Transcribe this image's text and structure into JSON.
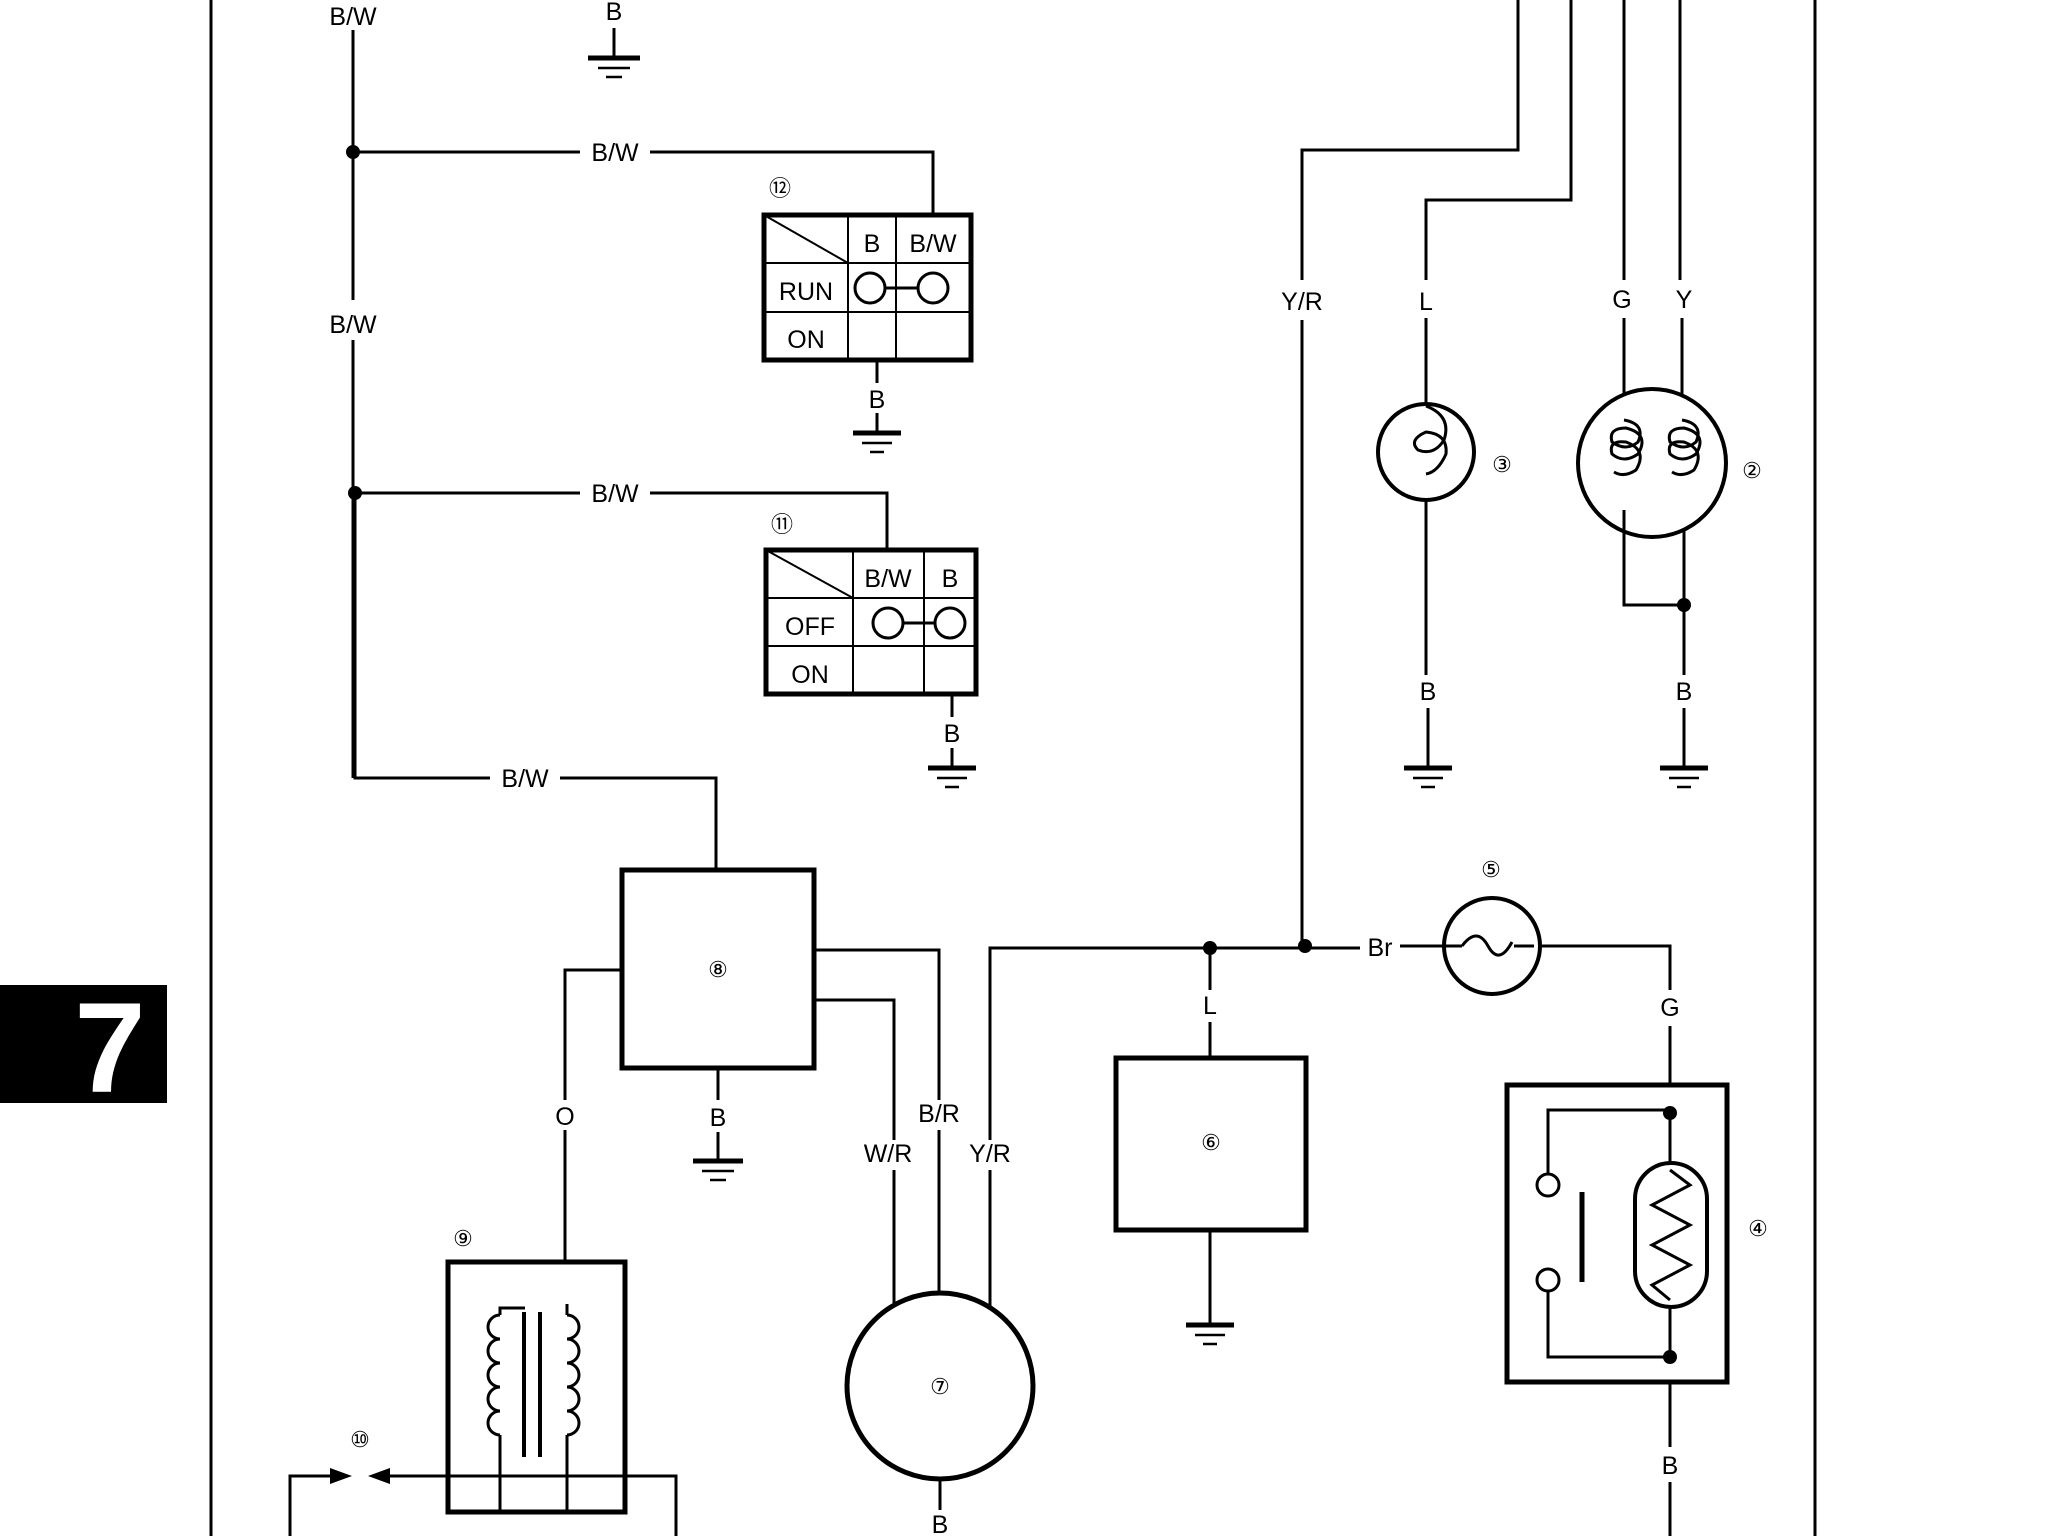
{
  "page_tab": {
    "label": "7",
    "color": "#000000"
  },
  "wires": {
    "bw_top": "B/W",
    "b_top": "B",
    "bw_upper_branch": "B/W",
    "bw_vertical": "B/W",
    "bw_mid_branch": "B/W",
    "bw_low_branch": "B/W",
    "yr_vertical": "Y/R",
    "lamp3_in": "L",
    "lamp3_gnd": "B",
    "lamp2_g": "G",
    "lamp2_y": "Y",
    "lamp2_gnd": "B",
    "br": "Br",
    "g_lamp5": "G",
    "l_unit6": "L",
    "o_wire": "O",
    "unit8_gnd": "B",
    "wr": "W/R",
    "br_wire": "B/R",
    "yr_gen": "Y/R",
    "gen_gnd": "B",
    "unit4_gnd": "B"
  },
  "switch12": {
    "number": "⑫",
    "col1": "B",
    "col2": "B/W",
    "row1": "RUN",
    "row2": "ON",
    "gnd": "B"
  },
  "switch11": {
    "number": "⑪",
    "col1": "B/W",
    "col2": "B",
    "row1": "OFF",
    "row2": "ON",
    "gnd": "B"
  },
  "components": {
    "c2": "②",
    "c3": "③",
    "c4": "④",
    "c5": "⑤",
    "c6": "⑥",
    "c7": "⑦",
    "c8": "⑧",
    "c9": "⑨",
    "c10": "⑩"
  }
}
